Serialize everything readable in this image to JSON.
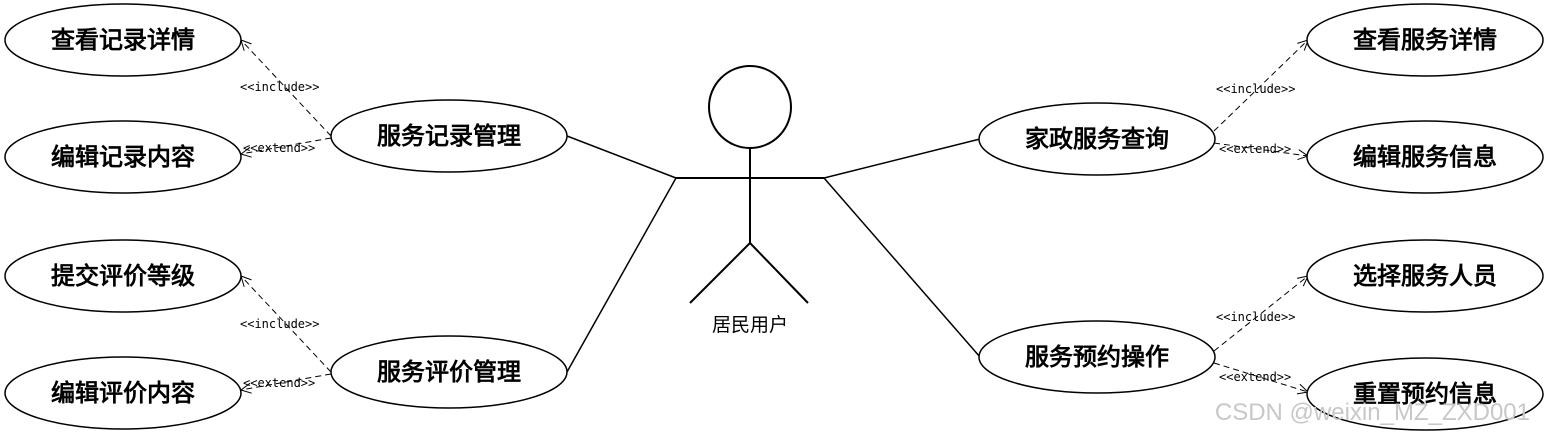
{
  "actor": {
    "label": "居民用户"
  },
  "use_cases": {
    "view_record": "查看记录详情",
    "edit_record": "编辑记录内容",
    "service_record_mgmt": "服务记录管理",
    "submit_rating": "提交评价等级",
    "edit_review": "编辑评价内容",
    "service_review_mgmt": "服务评价管理",
    "housekeeping_query": "家政服务查询",
    "view_service": "查看服务详情",
    "edit_service": "编辑服务信息",
    "booking_ops": "服务预约操作",
    "choose_staff": "选择服务人员",
    "reset_booking": "重置预约信息"
  },
  "stereotypes": {
    "include": "<<include>>",
    "extend": "<<extend>>"
  },
  "watermark": "CSDN @weixin_MZ_ZXD001"
}
